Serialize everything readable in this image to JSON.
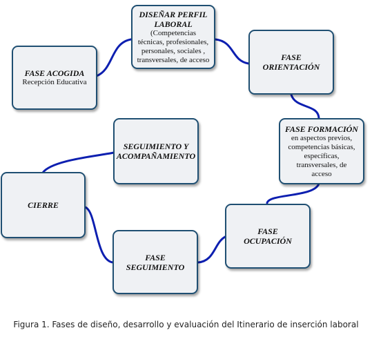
{
  "boxes": {
    "disenar": {
      "title": "DISEÑAR PERFIL\nLABORAL",
      "desc": "(Competencias\ntécnicas, profesionales,\npersonales, sociales ,\ntransversales, de acceso"
    },
    "acogida": {
      "title": "FASE ACOGIDA",
      "desc": "Recepción Educativa"
    },
    "orientacion": {
      "title": "FASE\nORIENTACIÓN"
    },
    "formacion": {
      "title": "FASE FORMACIÓN",
      "desc": "en aspectos previos,\ncompetencias básicas,\nespecíficas,\ntransversales, de\nacceso"
    },
    "seguimiento_acomp": {
      "title": "SEGUIMIENTO Y\nACOMPAÑAMIENTO"
    },
    "cierre": {
      "title": "CIERRE"
    },
    "ocupacion": {
      "title": "FASE\nOCUPACIÓN"
    },
    "seguimiento": {
      "title": "FASE\nSEGUIMIENTO"
    }
  },
  "caption": "Figura 1. Fases de diseño, desarrollo y evaluación del Itinerario de inserción laboral",
  "colors": {
    "connector": "#0d1fb0",
    "box_border": "#1f4f72",
    "box_fill": "#eff1f4"
  }
}
